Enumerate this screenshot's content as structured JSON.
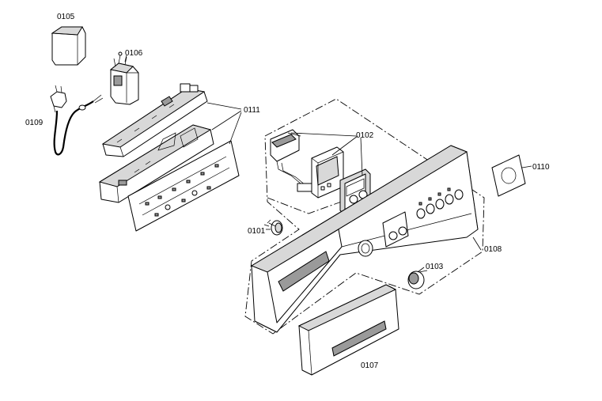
{
  "labels": {
    "p0105": "0105",
    "p0106": "0106",
    "p0109": "0109",
    "p0111": "0111",
    "p0102": "0102",
    "p0110": "0110",
    "p0101": "0101",
    "p0103": "0103",
    "p0108": "0108",
    "p0107": "0107"
  }
}
